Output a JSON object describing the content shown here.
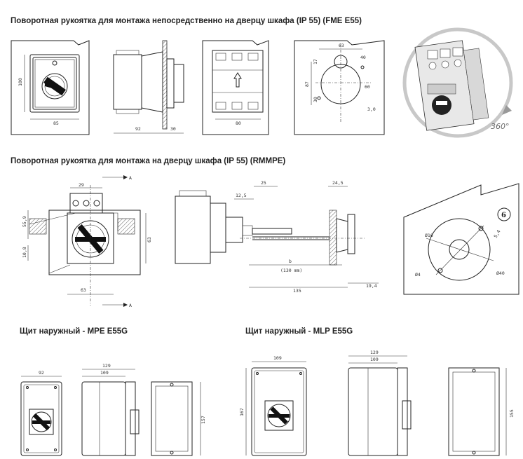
{
  "titles": {
    "fme": "Поворотная рукоятка для монтажа непосредственно на дверцу шкафа (IP 55) (FME E55)",
    "rmmpe": "Поворотная рукоятка для монтажа на дверцу шкафа (IP 55) (RMMPE)",
    "mpe": "Щит наружный - MPE E55G",
    "mlp": "Щит наружный - MLP E55G"
  },
  "fme": {
    "front": {
      "height": "100",
      "width": "85"
    },
    "side": {
      "depth": "92",
      "door": "30"
    },
    "rear": {
      "width": "80"
    },
    "cutout": {
      "top_width": "63",
      "d1": "17",
      "d2": "87",
      "d3": "30",
      "d4": "40",
      "d5": "60",
      "hole": "3,0"
    },
    "rotation": "360°"
  },
  "rmmpe": {
    "front": {
      "shaft_offset": "29",
      "height_a": "55,9",
      "bottom": "10,8",
      "height": "63",
      "width": "63",
      "section_label": "A"
    },
    "side": {
      "d1": "12,5",
      "d2": "25",
      "d3": "24,5",
      "b": "b",
      "b_value": "(130 mm)",
      "total": "135",
      "end": "19,4"
    },
    "cutout": {
      "number": "6",
      "d16": "Ø16",
      "d4": "Ø4",
      "d40": "Ø40",
      "s": "5,4"
    }
  },
  "mpe": {
    "width_front": "92",
    "depth_outer": "129",
    "depth_inner": "109",
    "height": "157"
  },
  "mlp": {
    "width_front": "109",
    "height_front": "167",
    "depth_outer": "129",
    "depth_inner": "109",
    "height": "155"
  }
}
